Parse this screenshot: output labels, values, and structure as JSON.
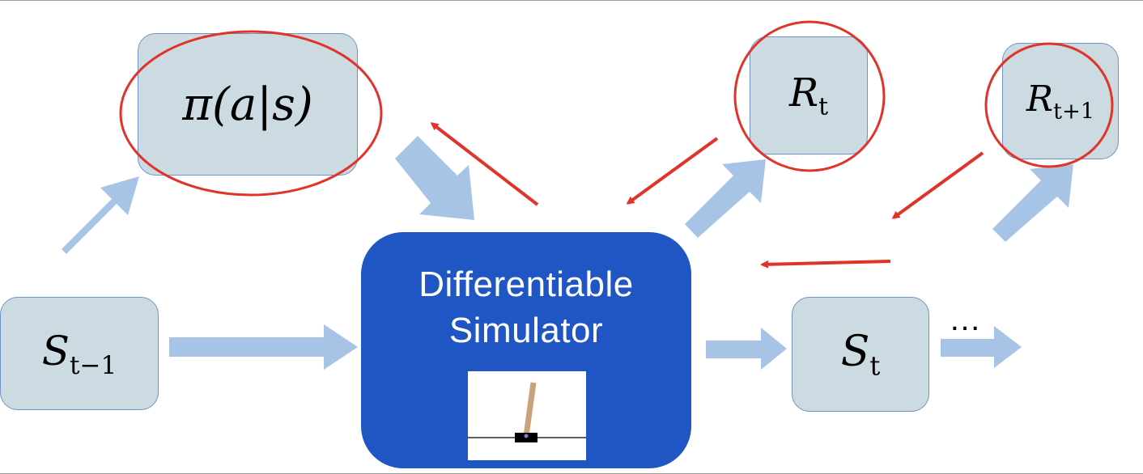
{
  "nodes": {
    "policy": "π(a|s)",
    "reward_t": {
      "base": "R",
      "sub": "t"
    },
    "reward_t1": {
      "base": "R",
      "sub": "t+1"
    },
    "state_prev": {
      "base": "S",
      "sub": "t−1"
    },
    "state_t": {
      "base": "S",
      "sub": "t"
    }
  },
  "simulator": {
    "line1": "Differentiable",
    "line2": "Simulator"
  },
  "ellipsis": "…",
  "colors": {
    "node_fill": "#ccdbe1",
    "node_border": "#6f93c8",
    "simulator_fill": "#1f56c3",
    "flow_arrow": "#a7c4e6",
    "gradient_arrow": "#e0342b",
    "highlight_circle": "#e0342b"
  }
}
